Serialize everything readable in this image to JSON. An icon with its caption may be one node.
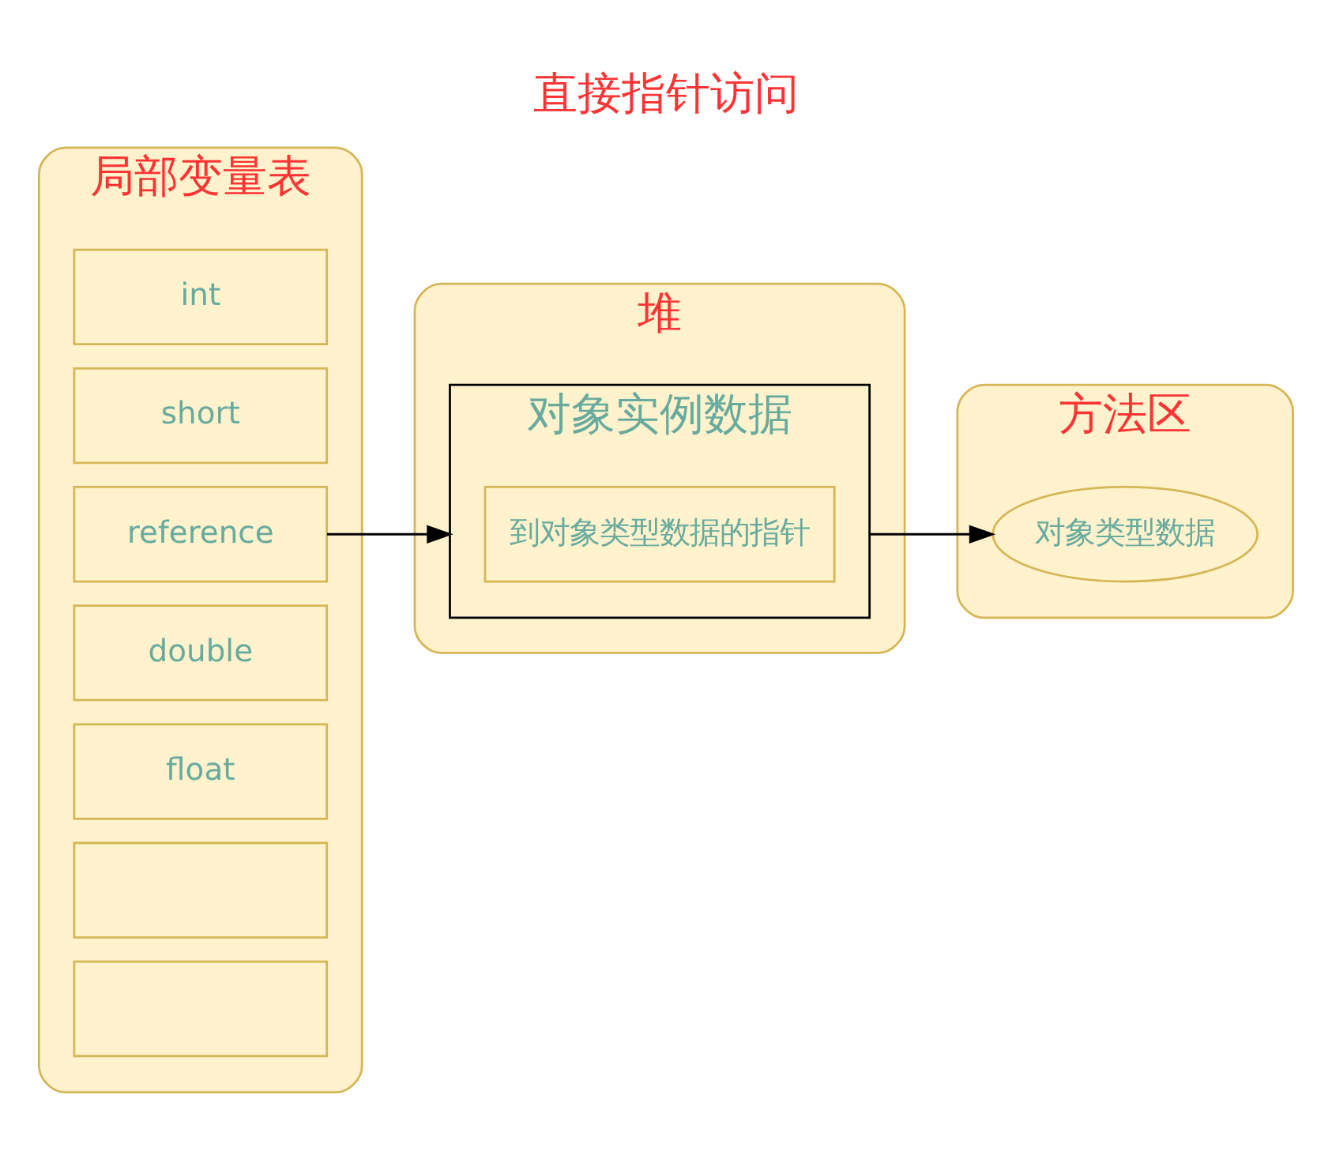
{
  "diagram": {
    "title": "直接指针访问",
    "nodes": [
      {
        "text": [
          "局部变量表"
        ]
      },
      {
        "text": [
          "int"
        ],
        "in": 0
      },
      {
        "text": [
          "short"
        ],
        "in": 0
      },
      {
        "text": [
          "reference"
        ],
        "in": 0
      },
      {
        "text": [
          "double"
        ],
        "in": 0
      },
      {
        "text": [
          "float"
        ],
        "in": 0
      },
      {
        "text": [],
        "shape": "box",
        "in": 0
      },
      {
        "text": [],
        "shape": "box",
        "in": 0
      },
      {
        "text": [
          "堆"
        ]
      },
      {
        "text": [
          "对象实例数据"
        ],
        "in": 8
      },
      {
        "text": [
          "到对象类型数据的指针"
        ],
        "in": 9
      },
      {
        "text": [
          "方法区"
        ]
      },
      {
        "text": [
          "对象类型数据"
        ],
        "in": 11
      }
    ],
    "edges": [
      {
        "from": 3,
        "to": 9,
        "arrow": "to"
      },
      {
        "from": 9,
        "to": 12,
        "arrow": "to"
      }
    ]
  }
}
